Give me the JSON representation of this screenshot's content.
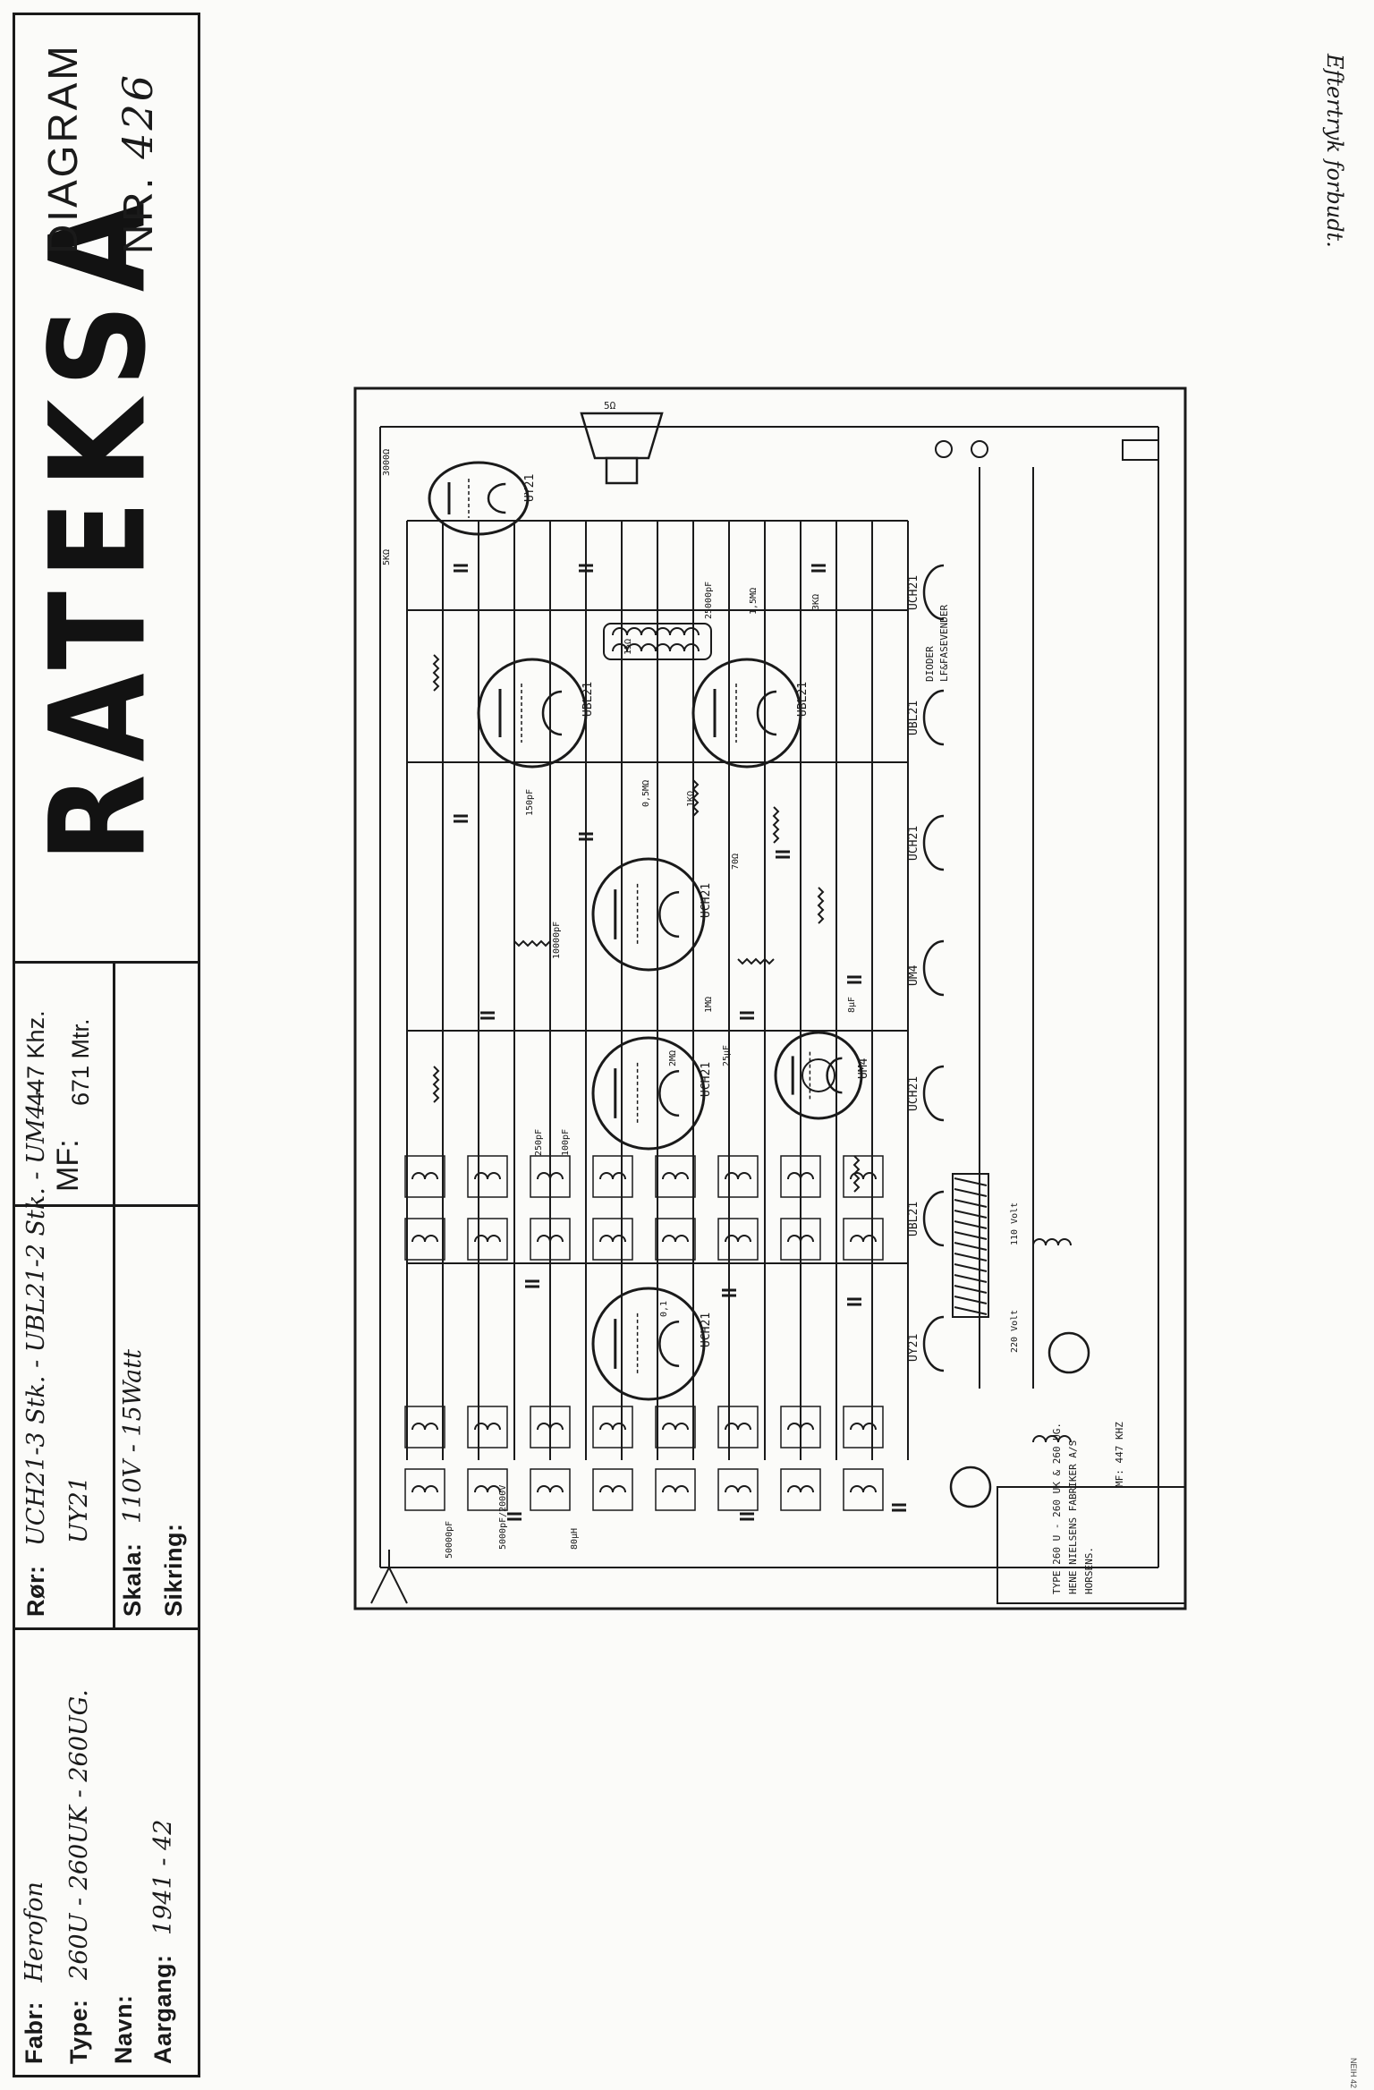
{
  "header": {
    "fabr_label": "Fabr:",
    "fabr_value": "Herofon",
    "type_label": "Type:",
    "type_value": "260U - 260UK - 260UG.",
    "navn_label": "Navn:",
    "navn_value": "",
    "aargang_label": "Aargang:",
    "aargang_value": "1941 - 42",
    "roer_label": "Rør:",
    "roer_value_line1": "UCH21-3 Stk. - UBL21-2 Stk. - UM4 -",
    "roer_value_line2": "UY21",
    "skala_label": "Skala:",
    "skala_value": "110V - 15Watt",
    "sikring_label": "Sikring:",
    "sikring_value": "",
    "mf_label": "MF:",
    "mf_value": "447 Khz.",
    "mf_extra": "671 Mtr.",
    "brand": "RATEKSA",
    "diagram_word": "DIAGRAM",
    "nr_label": "NR.",
    "nr_value": "426"
  },
  "note": "Eftertryk forbudt.",
  "corner_mark": "NEIH 42",
  "schematic": {
    "tube_labels": [
      "UY21",
      "UBL21",
      "UBL21",
      "UCH21",
      "UCH21",
      "UM4",
      "UCH21"
    ],
    "heater_chain_labels": [
      "UY21",
      "UBL21",
      "UCH21",
      "UM4",
      "UCH21",
      "UBL21",
      "UCH21"
    ],
    "heater_chain_extra": [
      "DIODER",
      "LF&FASEVENDER"
    ],
    "voltage_labels": [
      "220 Volt",
      "110 Volt"
    ],
    "speaker_label": "5Ω",
    "mf_note": "MF: 447 KHZ",
    "footer_line1": "TYPE 260 U - 260 UK & 260 UG.",
    "footer_line2": "HENE NIELSENS FABRIKER A/S",
    "footer_line3": "HORSENS.",
    "component_labels": [
      "50000pF",
      "5000pF/2000V",
      "80μH",
      "25μF",
      "0,1",
      "1MΩ",
      "2MΩ",
      "15Ω",
      "1KΩ",
      "250pF",
      "100pF",
      "150pF",
      "0,5MΩ",
      "3000Ω",
      "10000pF",
      "25000pF",
      "1,5MΩ",
      "3KΩ",
      "5KΩ",
      "70Ω",
      "8μF"
    ]
  },
  "colors": {
    "ink": "#1a1a1a",
    "paper": "#fbfbf9"
  }
}
